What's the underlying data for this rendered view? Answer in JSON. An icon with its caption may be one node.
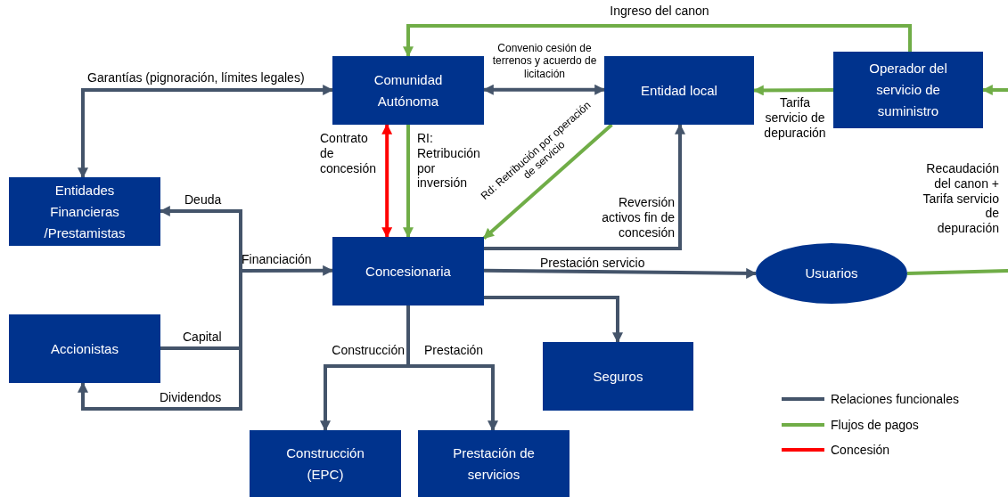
{
  "diagram": {
    "nodes": [
      {
        "text": [
          "Comunidad Autónoma"
        ]
      },
      {
        "text": [
          "Entidad local"
        ]
      },
      {
        "text": [
          "Operador del servicio de suministro"
        ]
      },
      {
        "text": [
          "Entidades Financieras /Prestamistas"
        ]
      },
      {
        "text": [
          "Concesionaria"
        ]
      },
      {
        "text": [
          "Usuarios"
        ]
      },
      {
        "text": [
          "Accionistas"
        ]
      },
      {
        "text": [
          "Seguros"
        ]
      },
      {
        "text": [
          "Construcción (EPC)"
        ]
      },
      {
        "text": [
          "Prestación de servicios"
        ]
      }
    ],
    "edges": [
      {
        "from": 2,
        "to": 0,
        "arrow": "to",
        "label": "Ingreso del canon",
        "color": "#70ad47"
      },
      {
        "from": 0,
        "to": 1,
        "arrow": "both",
        "label": "Convenio cesión de terrenos y acuerdo de licitación"
      },
      {
        "from": 2,
        "to": 1,
        "arrow": "to",
        "label": "Tarifa servicio de depuración",
        "color": "#70ad47"
      },
      {
        "from": null,
        "to": 2,
        "arrow": "to",
        "color": "#70ad47"
      },
      {
        "from": 0,
        "to": 3,
        "arrow": "both",
        "label": "Garantías (pignoración, límites legales)"
      },
      {
        "from": 0,
        "to": 4,
        "arrow": "both",
        "label": "Contrato de concesión",
        "color": "#ff0000"
      },
      {
        "from": 0,
        "to": 4,
        "arrow": "to",
        "label": "RI: Retribución por inversión",
        "color": "#70ad47"
      },
      {
        "from": 1,
        "to": 4,
        "arrow": "to",
        "label": "Rd: Retribución por operación de servicio",
        "color": "#70ad47"
      },
      {
        "from": 4,
        "to": 1,
        "arrow": "to",
        "label": "Reversión activos fin de concesión"
      },
      {
        "from": 4,
        "to": 5,
        "arrow": "to",
        "label": "Prestación servicio"
      },
      {
        "from": 4,
        "to": 7,
        "arrow": "to"
      },
      {
        "from": 4,
        "to": 8,
        "arrow": "to",
        "label": "Construcción"
      },
      {
        "from": 4,
        "to": 9,
        "arrow": "to",
        "label": "Prestación"
      },
      {
        "from": null,
        "to": 3,
        "arrow": "to",
        "label": "Deuda"
      },
      {
        "from": null,
        "to": 4,
        "arrow": "to",
        "label": "Financiación"
      },
      {
        "from": 6,
        "to": null,
        "arrow": "none",
        "label": "Capital"
      },
      {
        "from": null,
        "to": 6,
        "arrow": "to",
        "label": "Dividendos"
      },
      {
        "from": 5,
        "to": null,
        "arrow": "none",
        "color": "#70ad47"
      }
    ],
    "labels": [
      "Recaudación del canon + Tarifa servicio de depuración"
    ],
    "legend": [
      {
        "text": "Relaciones funcionales"
      },
      {
        "text": "Flujos de pagos"
      },
      {
        "text": "Concesión"
      }
    ]
  }
}
